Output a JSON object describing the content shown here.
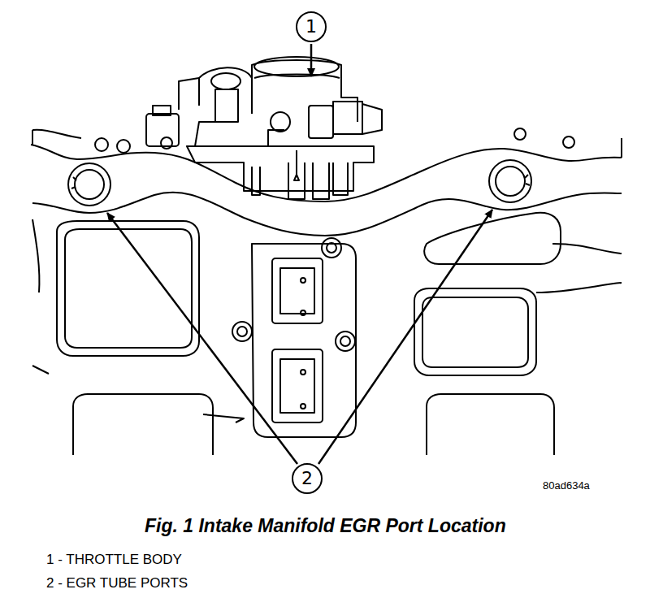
{
  "diagram": {
    "caption": "Fig. 1 Intake Manifold EGR Port Location",
    "nodes": [
      {
        "text": [
          "1"
        ]
      },
      {
        "text": [
          "2"
        ]
      }
    ],
    "labels": [
      "80ad634a",
      "1 - THROTTLE BODY",
      "2 - EGR TUBE PORTS"
    ]
  }
}
